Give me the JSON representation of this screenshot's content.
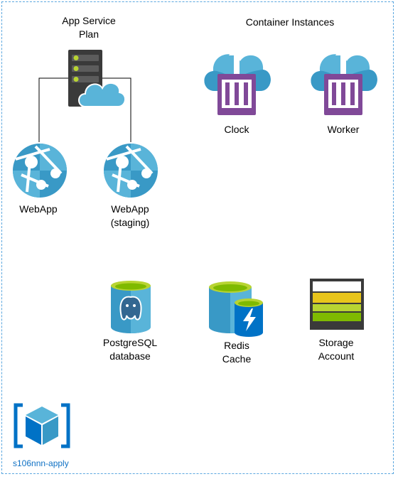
{
  "resource_group": {
    "name": "s106nnn-apply"
  },
  "app_service_plan": {
    "line1": "App Service",
    "line2": "Plan"
  },
  "container_instances": {
    "title": "Container Instances",
    "items": [
      {
        "label": "Clock"
      },
      {
        "label": "Worker"
      }
    ]
  },
  "web_apps": [
    {
      "line1": "WebApp",
      "line2": ""
    },
    {
      "line1": "WebApp",
      "line2": "(staging)"
    }
  ],
  "postgres": {
    "line1": "PostgreSQL",
    "line2": "database"
  },
  "redis": {
    "line1": "Redis",
    "line2": "Cache"
  },
  "storage": {
    "line1": "Storage",
    "line2": "Account"
  },
  "colors": {
    "azure_blue": "#3999c6",
    "azure_light": "#59b4d9",
    "container_purple": "#804998",
    "server_dark": "#3a3a3a",
    "status_green": "#b8d432",
    "frame_dash": "#5ba7df"
  }
}
